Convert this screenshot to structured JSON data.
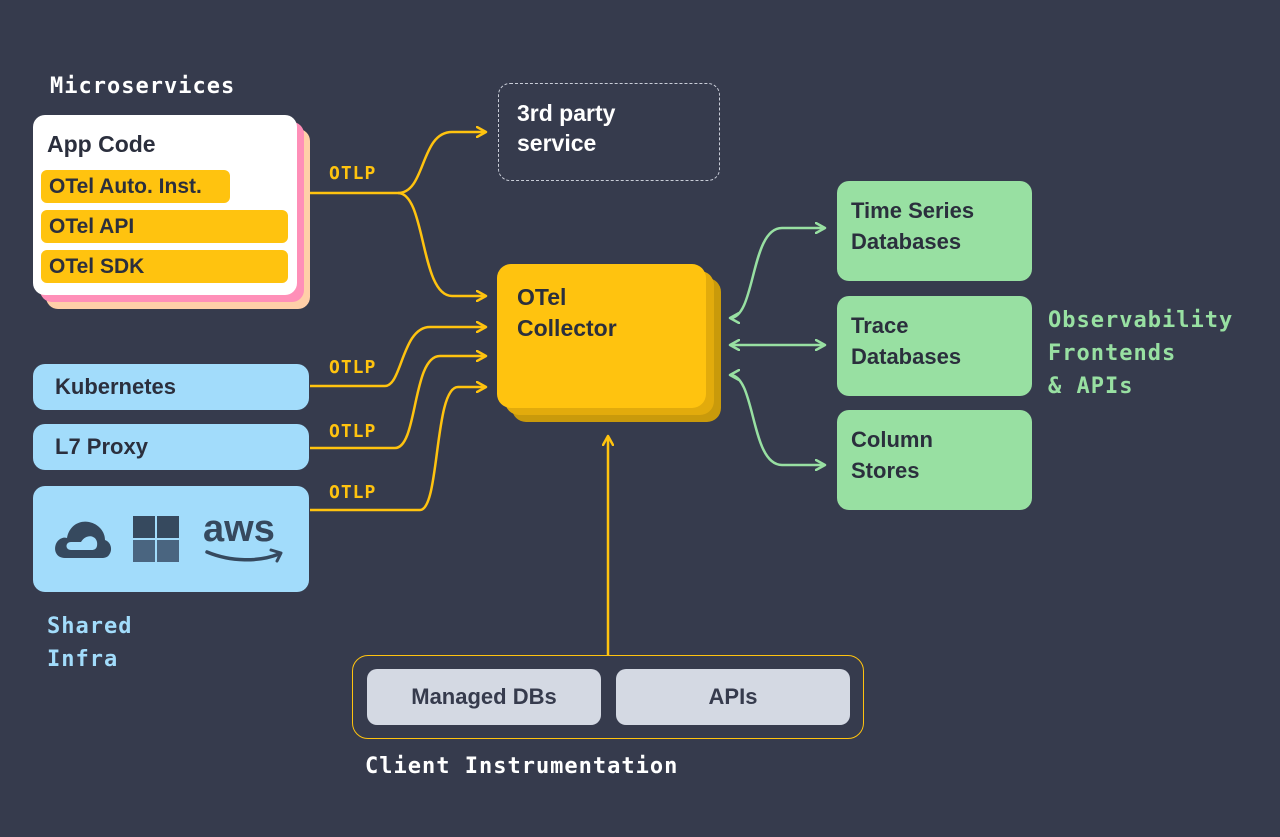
{
  "microservices": {
    "heading": "Microservices",
    "card_title": "App Code",
    "chips": [
      "OTel Auto. Inst.",
      "OTel API",
      "OTel SDK"
    ]
  },
  "third_party": {
    "label_line1": "3rd party",
    "label_line2": "service"
  },
  "collector": {
    "label_line1": "OTel",
    "label_line2": "Collector"
  },
  "shared_infra": {
    "items": [
      "Kubernetes",
      "L7 Proxy"
    ],
    "cloud_icons": [
      "google-cloud-icon",
      "windows-icon",
      "aws-icon"
    ],
    "aws_text": "aws",
    "label_line1": "Shared",
    "label_line2": "Infra"
  },
  "otlp_labels": [
    "OTLP",
    "OTLP",
    "OTLP",
    "OTLP"
  ],
  "observability": {
    "boxes": [
      {
        "line1": "Time Series",
        "line2": "Databases"
      },
      {
        "line1": "Trace",
        "line2": "Databases"
      },
      {
        "line1": "Column",
        "line2": "Stores"
      }
    ],
    "label_line1": "Observability",
    "label_line2": "Frontends",
    "label_line3": "& APIs"
  },
  "client": {
    "buttons": [
      "Managed DBs",
      "APIs"
    ],
    "label": "Client Instrumentation"
  },
  "colors": {
    "background": "#363b4d",
    "otel_yellow": "#ffc30f",
    "infra_blue": "#a2dcfb",
    "obs_green": "#98e0a2",
    "pink": "#ff8fb8",
    "peach": "#ffcfa8"
  }
}
